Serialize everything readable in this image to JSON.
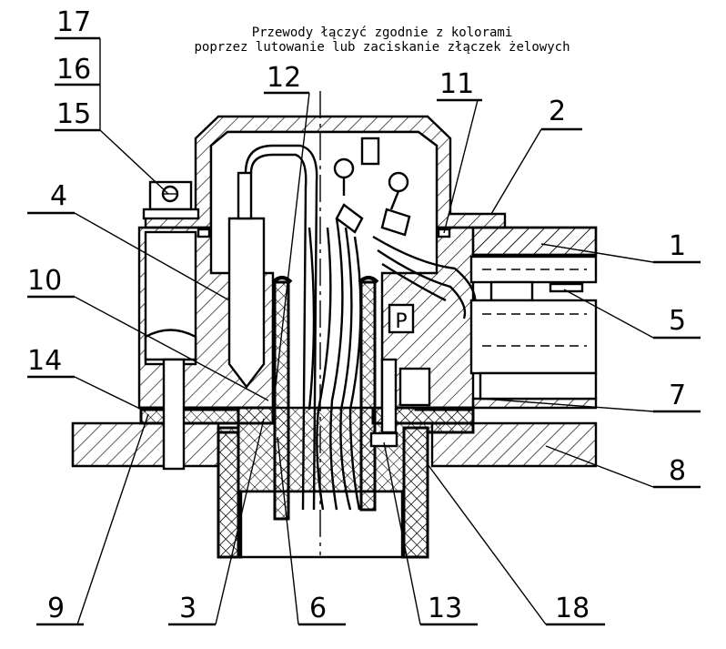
{
  "note": {
    "line1": "Przewody łączyć zgodnie z kolorami",
    "line2": "poprzez lutowanie lub zaciskanie złączek żelowych"
  },
  "p_marker": "P",
  "callouts": {
    "c17": "17",
    "c16": "16",
    "c15": "15",
    "c12": "12",
    "c11": "11",
    "c2": "2",
    "c4": "4",
    "c1": "1",
    "c10": "10",
    "c5": "5",
    "c14": "14",
    "c7": "7",
    "c8": "8",
    "c9": "9",
    "c3": "3",
    "c6": "6",
    "c13": "13",
    "c18": "18"
  }
}
